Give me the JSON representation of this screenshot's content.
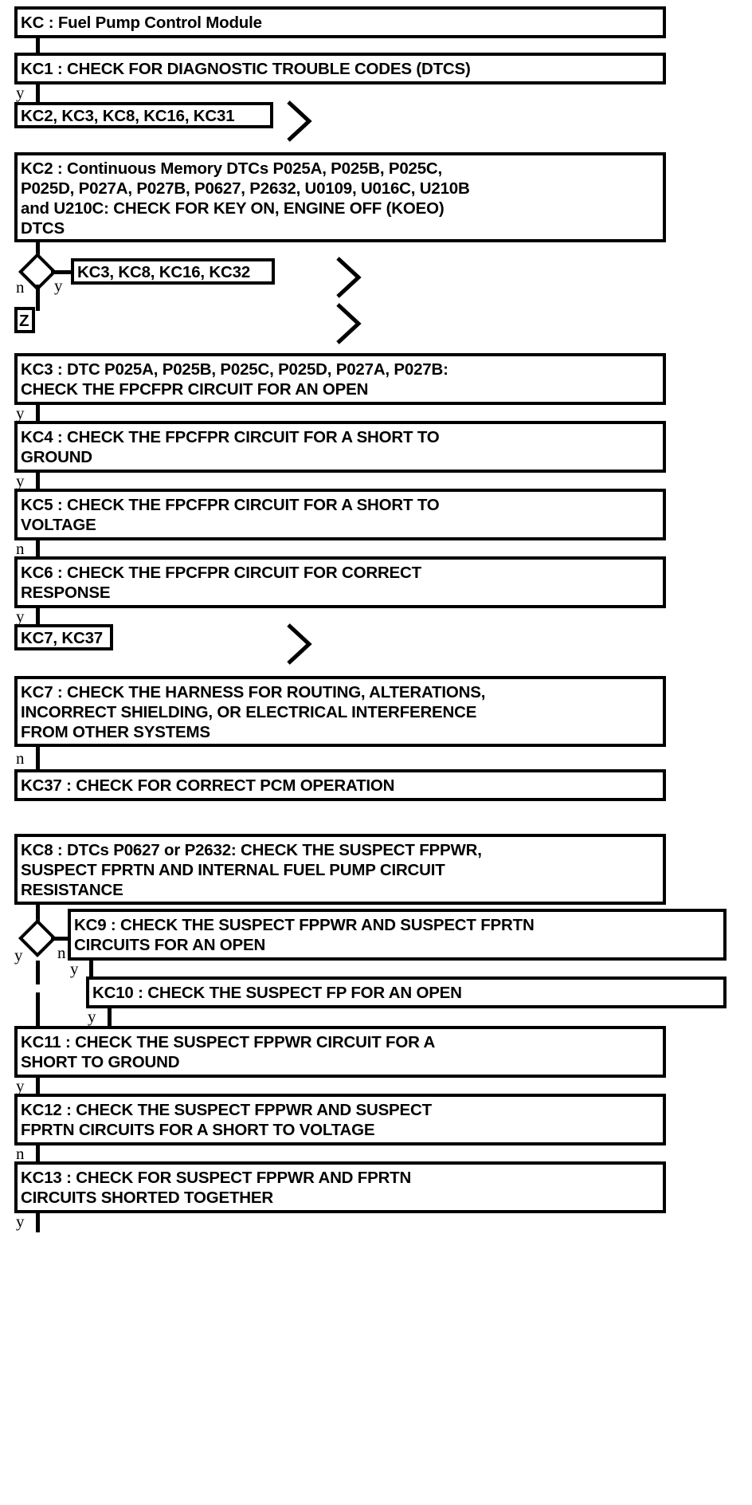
{
  "diagram": {
    "title": "KC : Fuel Pump Control Module",
    "type": "flowchart",
    "colors": {
      "line": "#000000",
      "background": "#ffffff",
      "text": "#000000"
    },
    "nodes": [
      {
        "id": "KC",
        "label": "KC : Fuel Pump Control Module"
      },
      {
        "id": "KC1",
        "label": "KC1 : CHECK FOR DIAGNOSTIC TROUBLE CODES (DTCS)"
      },
      {
        "id": "KC2",
        "label": "KC2 : Continuous Memory DTCs P025A, P025B, P025C,\nP025D, P027A, P027B, P0627, P2632, U0109, U016C, U210B\nand U210C: CHECK FOR KEY ON, ENGINE OFF (KOEO)\nDTCS"
      },
      {
        "id": "KC3",
        "label": "KC3 : DTC P025A, P025B, P025C, P025D, P027A, P027B:\nCHECK THE FPCFPR CIRCUIT FOR AN OPEN"
      },
      {
        "id": "KC4",
        "label": "KC4 : CHECK THE FPCFPR CIRCUIT FOR A SHORT TO\nGROUND"
      },
      {
        "id": "KC5",
        "label": "KC5 : CHECK THE FPCFPR CIRCUIT FOR A SHORT TO\nVOLTAGE"
      },
      {
        "id": "KC6",
        "label": "KC6 : CHECK THE FPCFPR CIRCUIT FOR CORRECT\nRESPONSE"
      },
      {
        "id": "KC7",
        "label": "KC7 : CHECK THE HARNESS FOR ROUTING, ALTERATIONS,\nINCORRECT SHIELDING, OR ELECTRICAL INTERFERENCE\nFROM OTHER SYSTEMS"
      },
      {
        "id": "KC37",
        "label": "KC37 : CHECK FOR CORRECT PCM OPERATION"
      },
      {
        "id": "KC8",
        "label": "KC8 : DTCs P0627 or P2632: CHECK THE SUSPECT FPPWR,\nSUSPECT FPRTN AND INTERNAL FUEL PUMP CIRCUIT\nRESISTANCE"
      },
      {
        "id": "KC9",
        "label": "KC9 : CHECK THE SUSPECT FPPWR AND SUSPECT FPRTN\nCIRCUITS FOR AN OPEN"
      },
      {
        "id": "KC10",
        "label": "KC10 : CHECK THE SUSPECT FP FOR AN OPEN"
      },
      {
        "id": "KC11",
        "label": "KC11 : CHECK THE SUSPECT FPPWR CIRCUIT FOR A\nSHORT TO GROUND"
      },
      {
        "id": "KC12",
        "label": "KC12 : CHECK THE SUSPECT FPPWR AND SUSPECT\nFPRTN CIRCUITS FOR A SHORT TO VOLTAGE"
      },
      {
        "id": "KC13",
        "label": "KC13 : CHECK FOR SUSPECT FPPWR AND FPRTN\nCIRCUITS SHORTED TOGETHER"
      }
    ],
    "references": [
      {
        "id": "ref1",
        "label": "KC2, KC3, KC8, KC16, KC31"
      },
      {
        "id": "ref2",
        "label": "KC3, KC8, KC16, KC32"
      },
      {
        "id": "ref3",
        "label": "Z"
      },
      {
        "id": "ref4",
        "label": "KC7, KC37"
      }
    ],
    "branch_labels": [
      {
        "id": "b-kc1-y",
        "text": "y"
      },
      {
        "id": "b-kc2d-n",
        "text": "n"
      },
      {
        "id": "b-kc2d-y",
        "text": "y"
      },
      {
        "id": "b-kc3-y",
        "text": "y"
      },
      {
        "id": "b-kc4-y",
        "text": "y"
      },
      {
        "id": "b-kc5-n",
        "text": "n"
      },
      {
        "id": "b-kc6-y",
        "text": "y"
      },
      {
        "id": "b-kc7-n",
        "text": "n"
      },
      {
        "id": "b-kc8d-y",
        "text": "y"
      },
      {
        "id": "b-kc8d-n",
        "text": "n"
      },
      {
        "id": "b-kc9-y",
        "text": "y"
      },
      {
        "id": "b-kc10-y",
        "text": "y"
      },
      {
        "id": "b-kc11-y",
        "text": "y"
      },
      {
        "id": "b-kc12-n",
        "text": "n"
      },
      {
        "id": "b-kc13-y",
        "text": "y"
      }
    ],
    "offpage_markers": [
      {
        "id": "chev1"
      },
      {
        "id": "chev2"
      },
      {
        "id": "chev3"
      },
      {
        "id": "chev4"
      }
    ]
  }
}
